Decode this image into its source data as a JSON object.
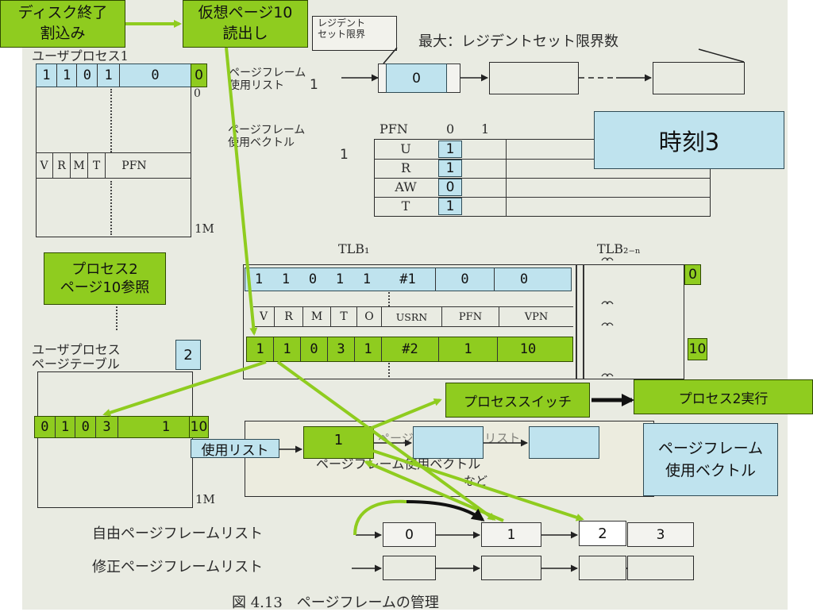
{
  "callouts": {
    "disk_end": "ディスク終了\n割込み",
    "vpage_read": "仮想ページ10\n読出し",
    "time_label": "時刻3",
    "proc2_ref": "プロセス2\nページ10参照",
    "proc_switch": "プロセススイッチ",
    "proc2_run": "プロセス2実行",
    "pf_use_vector": "ページフレーム\n使用ベクトル",
    "use_list_tag": "使用リスト"
  },
  "scan_labels": {
    "resident_bound": "レジデント\nセット限界",
    "max_resident": "最大：レジデントセット限界数",
    "user_proc1": "ユーザプロセス1",
    "zero_left": "0",
    "pf_use_list": "ページフレーム\n使用リスト",
    "pf_use_vec": "ページフレーム\n使用ベクトル",
    "pfn": "PFN",
    "col0": "0",
    "col1": "1",
    "one_m_top": "1M",
    "tlb1": "TLB₁",
    "tlb2n": "TLB₂₋ₙ",
    "user_proc_pt": "ユーザプロセス\nページテーブル",
    "one_m_bot": "1M",
    "free_list": "自由ページフレームリスト",
    "mod_list": "修正ページフレームリスト",
    "fig_caption": "図 4.13　ページフレームの管理",
    "bg_text1": "ページフレーム使用リスト",
    "bg_text2": "ページフレーム使用ベクトル",
    "bg_text3": "など"
  },
  "pt1_row": [
    "1",
    "1",
    "0",
    "1",
    "0",
    "0"
  ],
  "pt1_headers": [
    "V",
    "R",
    "M",
    "T",
    "PFN"
  ],
  "pf_list_one": "1",
  "pf_list_first": "0",
  "pf_vec_one": "1",
  "vector_rows": [
    {
      "label": "U",
      "value": "1"
    },
    {
      "label": "R",
      "value": "1"
    },
    {
      "label": "AW",
      "value": "0"
    },
    {
      "label": "T",
      "value": "1"
    }
  ],
  "tlb_row1": [
    "1",
    "1",
    "0",
    "1",
    "1",
    "#1",
    "0",
    "0"
  ],
  "tlb_headers": [
    "V",
    "R",
    "M",
    "T",
    "O",
    "USRN",
    "PFN",
    "VPN"
  ],
  "tlb_row2": [
    "1",
    "1",
    "0",
    "3",
    "1",
    "#2",
    "1",
    "10"
  ],
  "tlb_right_top": "0",
  "tlb_right_bottom": "10",
  "pt2_badge": "2",
  "pt2_row": [
    "0",
    "1",
    "0",
    "3",
    "1",
    "10"
  ],
  "use_list_box": "1",
  "free_list_items": [
    "0",
    "1",
    "2",
    "3"
  ],
  "colors": {
    "green": "#8fcc1f",
    "blue": "#bfe3ee",
    "arrow_green": "#8fcc1f",
    "scan_bg": "#e9ebe2"
  }
}
